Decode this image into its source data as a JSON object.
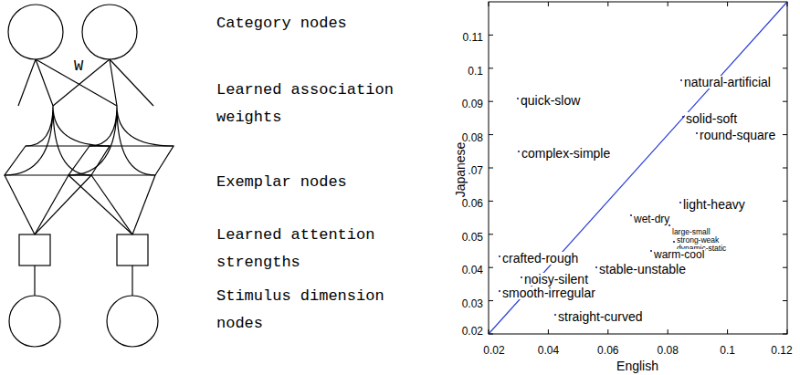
{
  "diagram": {
    "labels": [
      "Category nodes",
      "Learned association weights",
      "Exemplar nodes",
      "Learned attention strengths",
      "Stimulus dimension nodes",
      "W",
      "0.11",
      "0.1",
      "0.09",
      "0.08",
      "0.07",
      "0.06",
      "0.05",
      "0.04",
      "0.03",
      "0.02",
      "Japanese",
      "natural-artificial",
      "solid-soft",
      "quick-slow",
      "round-square",
      "complex-simple",
      "light-heavy",
      "wet-dry",
      "large-small",
      "strong-weak",
      "dynamic-static",
      "warm-cool",
      "crafted-rough",
      "stable-unstable",
      "noisy-silent",
      "smooth-irregular",
      "straight-curved",
      "0.02",
      "0.04",
      "0.06",
      "0.08",
      "0.1",
      "0.12",
      "English"
    ]
  }
}
